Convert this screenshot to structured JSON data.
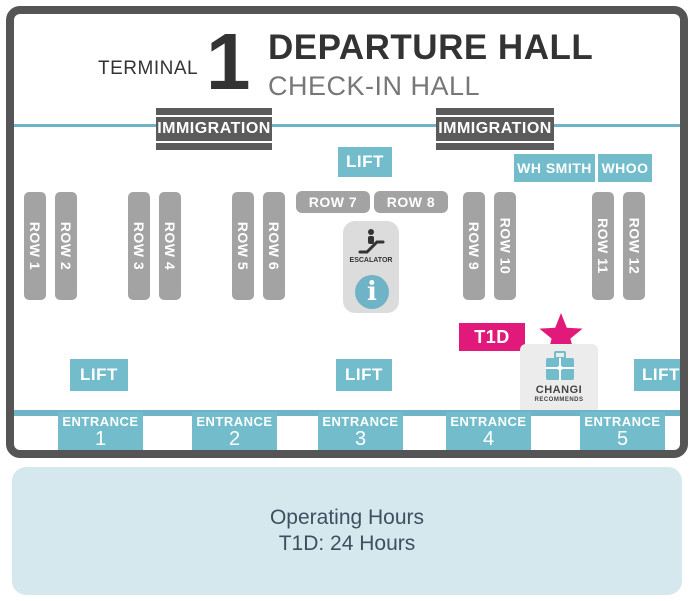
{
  "header": {
    "terminal_word": "TERMINAL",
    "terminal_number": "1",
    "hall_title": "DEPARTURE HALL",
    "hall_subtitle": "CHECK-IN HALL"
  },
  "immigration": [
    "IMMIGRATION",
    "IMMIGRATION"
  ],
  "lifts": [
    "LIFT",
    "LIFT",
    "LIFT",
    "LIFT"
  ],
  "shops": [
    "WH SMITH",
    "WHOO"
  ],
  "rows_vertical": [
    "ROW 1",
    "ROW 2",
    "ROW 3",
    "ROW 4",
    "ROW 5",
    "ROW 6",
    "ROW 9",
    "ROW 10",
    "ROW 11",
    "ROW 12"
  ],
  "rows_horizontal": [
    "ROW 7",
    "ROW 8"
  ],
  "escalator_label": "ESCALATOR",
  "info_symbol": "i",
  "highlight_label": "T1D",
  "changi": {
    "word": "CHANGI",
    "recommends": "RECOMMENDS"
  },
  "entrances": [
    {
      "word": "ENTRANCE",
      "number": "1"
    },
    {
      "word": "ENTRANCE",
      "number": "2"
    },
    {
      "word": "ENTRANCE",
      "number": "3"
    },
    {
      "word": "ENTRANCE",
      "number": "4"
    },
    {
      "word": "ENTRANCE",
      "number": "5"
    }
  ],
  "hours": {
    "title": "Operating Hours",
    "value": "T1D: 24 Hours"
  },
  "colors": {
    "frame": "#555555",
    "teal": "#72bccc",
    "row_grey": "#a3a3a3",
    "highlight": "#e0197a",
    "hours_bg": "#d5e8ee"
  }
}
